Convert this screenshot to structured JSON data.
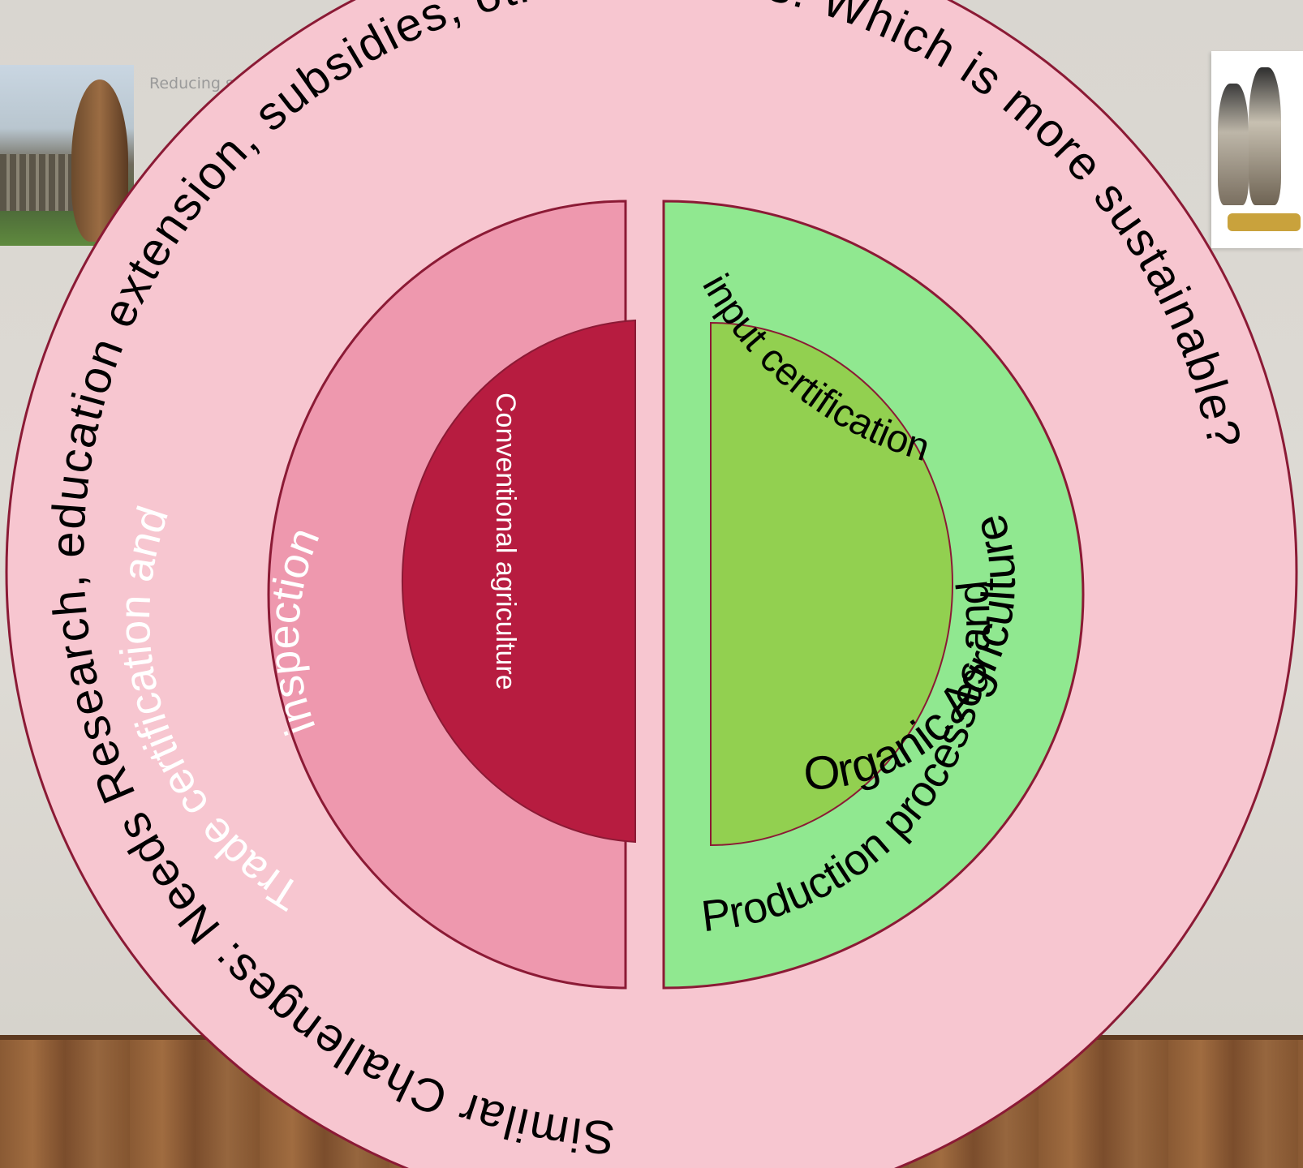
{
  "background": {
    "caption": "Reducing syntheti",
    "photo_icon": "campus-sculpture-photo",
    "crest_icon": "university-crest"
  },
  "outer_ring": {
    "text": "Similar Challenges: Needs Research, education extension, subsidies, other services: Which is more sustainable?",
    "color": "#f7c6d0"
  },
  "conventional": {
    "outer_label": "Trade certification and inspection",
    "outer_color": "#ee98ae",
    "inner_label": "Conventional agriculture",
    "inner_color": "#b71c40"
  },
  "organic": {
    "outer_label_upper": "input certification",
    "outer_label_lower": "Production processes and",
    "outer_color": "#90e890",
    "inner_label": "Organic  Agriculture",
    "inner_color": "#92d050"
  },
  "colors": {
    "border": "#8b1a35",
    "text_dark": "#000000",
    "text_light": "#ffffff"
  }
}
